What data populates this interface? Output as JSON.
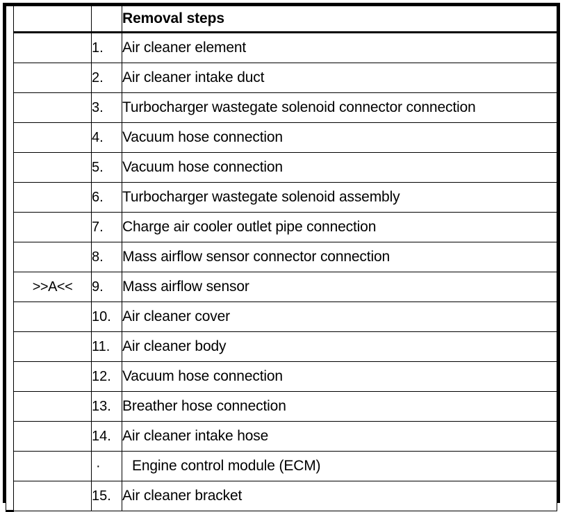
{
  "table": {
    "columns": {
      "rail_label": "",
      "marker_label": "",
      "number_label": "",
      "steps_header": "Removal steps"
    },
    "rows": [
      {
        "marker": "",
        "number": "1.",
        "text": "Air cleaner element",
        "indented": false
      },
      {
        "marker": "",
        "number": "2.",
        "text": "Air cleaner intake duct",
        "indented": false
      },
      {
        "marker": "",
        "number": "3.",
        "text": "Turbocharger wastegate solenoid connector connection",
        "indented": false
      },
      {
        "marker": "",
        "number": "4.",
        "text": "Vacuum hose connection",
        "indented": false
      },
      {
        "marker": "",
        "number": "5.",
        "text": "Vacuum hose connection",
        "indented": false
      },
      {
        "marker": "",
        "number": "6.",
        "text": "Turbocharger wastegate solenoid assembly",
        "indented": false
      },
      {
        "marker": "",
        "number": "7.",
        "text": "Charge air cooler outlet pipe connection",
        "indented": false
      },
      {
        "marker": "",
        "number": "8.",
        "text": "Mass airflow sensor connector connection",
        "indented": false
      },
      {
        "marker": ">>A<<",
        "number": "9.",
        "text": "Mass airflow sensor",
        "indented": false
      },
      {
        "marker": "",
        "number": "10.",
        "text": "Air cleaner cover",
        "indented": false
      },
      {
        "marker": "",
        "number": "11.",
        "text": "Air cleaner body",
        "indented": false
      },
      {
        "marker": "",
        "number": "12.",
        "text": "Vacuum hose connection",
        "indented": false
      },
      {
        "marker": "",
        "number": "13.",
        "text": "Breather hose connection",
        "indented": false
      },
      {
        "marker": "",
        "number": "14.",
        "text": "Air cleaner intake hose",
        "indented": false
      },
      {
        "marker": "",
        "number": "·",
        "text": "Engine control module (ECM)",
        "indented": true
      },
      {
        "marker": "",
        "number": "15.",
        "text": "Air cleaner bracket",
        "indented": false
      }
    ]
  },
  "colors": {
    "border": "#000000",
    "text": "#000000",
    "background": "#ffffff"
  }
}
